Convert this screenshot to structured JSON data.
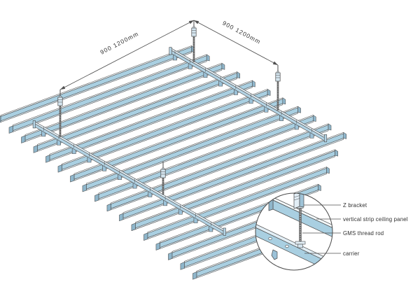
{
  "dimensions": {
    "left": "900 1200mm",
    "right": "900 1200mm"
  },
  "detail_callout": {
    "labels": {
      "z_bracket": "Z bracket",
      "panel": "vertical strip ceiling panel",
      "thread_rod": "GMS thread rod",
      "carrier": "carrier"
    }
  },
  "colors": {
    "panel_face": "#a9cfe1",
    "panel_top": "#f4fafc",
    "panel_fold": "#ddecf4",
    "panel_end": "#8fb6cb",
    "carrier_top": "#e2eef5",
    "carrier_side": "#b3d3e4",
    "clip": "#9cc2d8",
    "bracket": "#d5e6f0",
    "bracket_side": "#9fc3d7",
    "outline": "#4a4a4a",
    "dim_line": "#4f4f4f",
    "text": "#2f2f2f",
    "background": "#ffffff"
  }
}
